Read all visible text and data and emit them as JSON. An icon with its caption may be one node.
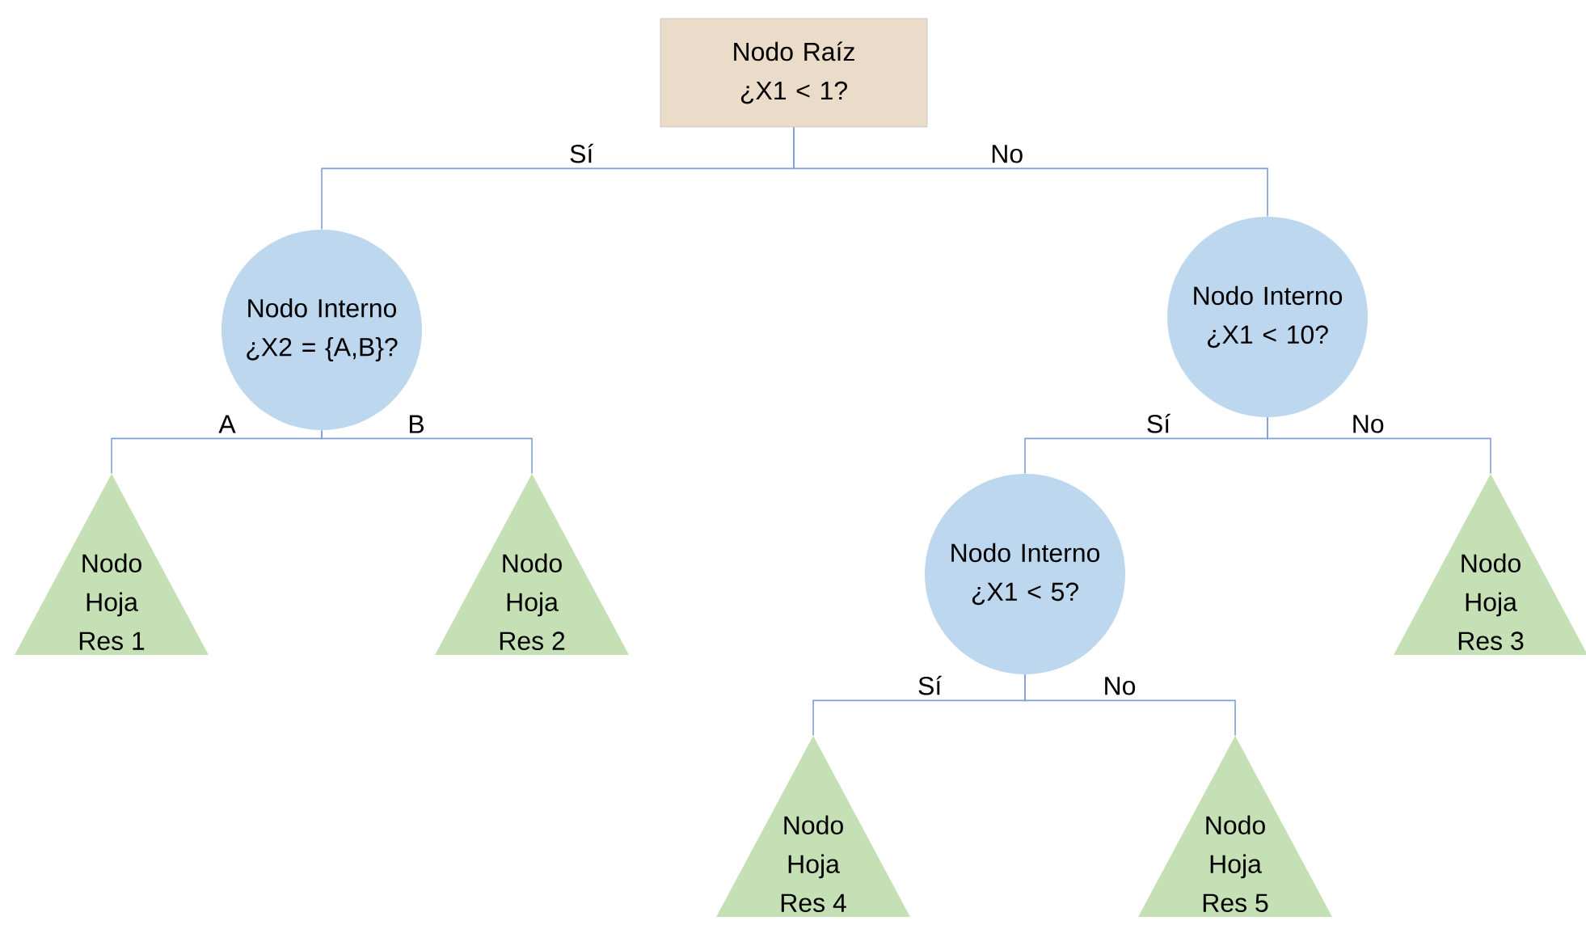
{
  "diagram": {
    "nodes": [
      {
        "text": [
          "Nodo Raíz ¿X1 < 1?"
        ]
      },
      {
        "text": [
          "Nodo Interno ¿X2 = {A,B}?"
        ]
      },
      {
        "text": [
          "Nodo Interno ¿X1 < 10?"
        ]
      },
      {
        "text": [
          "Nodo Hoja Res 1"
        ]
      },
      {
        "text": [
          "Nodo Hoja Res 2"
        ]
      },
      {
        "text": [
          "Nodo Interno ¿X1 < 5?"
        ]
      },
      {
        "text": [
          "Nodo Hoja Res 3"
        ]
      },
      {
        "text": [
          "Nodo Hoja Res 4"
        ]
      },
      {
        "text": [
          "Nodo Hoja Res 5"
        ]
      }
    ],
    "edges": [
      {
        "from": 0,
        "to": 1,
        "arrow": "none",
        "label": "Sí"
      },
      {
        "from": 0,
        "to": 2,
        "arrow": "none",
        "label": "No"
      },
      {
        "from": 1,
        "to": 3,
        "arrow": "none",
        "label": "A"
      },
      {
        "from": 1,
        "to": 4,
        "arrow": "none",
        "label": "B"
      },
      {
        "from": 2,
        "to": 5,
        "arrow": "none",
        "label": "Sí"
      },
      {
        "from": 2,
        "to": 6,
        "arrow": "none",
        "label": "No"
      },
      {
        "from": 5,
        "to": 7,
        "arrow": "none",
        "label": "Sí"
      },
      {
        "from": 5,
        "to": 8,
        "arrow": "none",
        "label": "No"
      }
    ]
  }
}
